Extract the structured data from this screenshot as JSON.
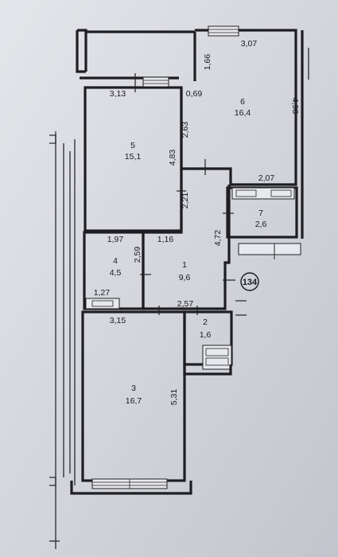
{
  "rooms": [
    {
      "number": "1",
      "area": "9,6"
    },
    {
      "number": "2",
      "area": "1,6"
    },
    {
      "number": "3",
      "area": "16,7"
    },
    {
      "number": "4",
      "area": "4,5"
    },
    {
      "number": "5",
      "area": "15,1"
    },
    {
      "number": "6",
      "area": "16,4"
    },
    {
      "number": "7",
      "area": "2,6"
    }
  ],
  "dimensions": {
    "balcony_top": "3,07",
    "balcony_left": "3,13",
    "balcony_depth": "1,66",
    "gap": "0,69",
    "room6_height": "4,98",
    "room5_height": "4,83",
    "room5_mid": "2,63",
    "room7_width": "2,07",
    "corridor_height": "2,21",
    "room4_width": "1,97",
    "room1_width": "1,16",
    "room4_height": "2,59",
    "room1_height": "4,72",
    "room4_bottom": "1,27",
    "room3_width": "3,15",
    "room2_width": "2,57",
    "room3_height": "5,31"
  },
  "unit_badge": "134"
}
